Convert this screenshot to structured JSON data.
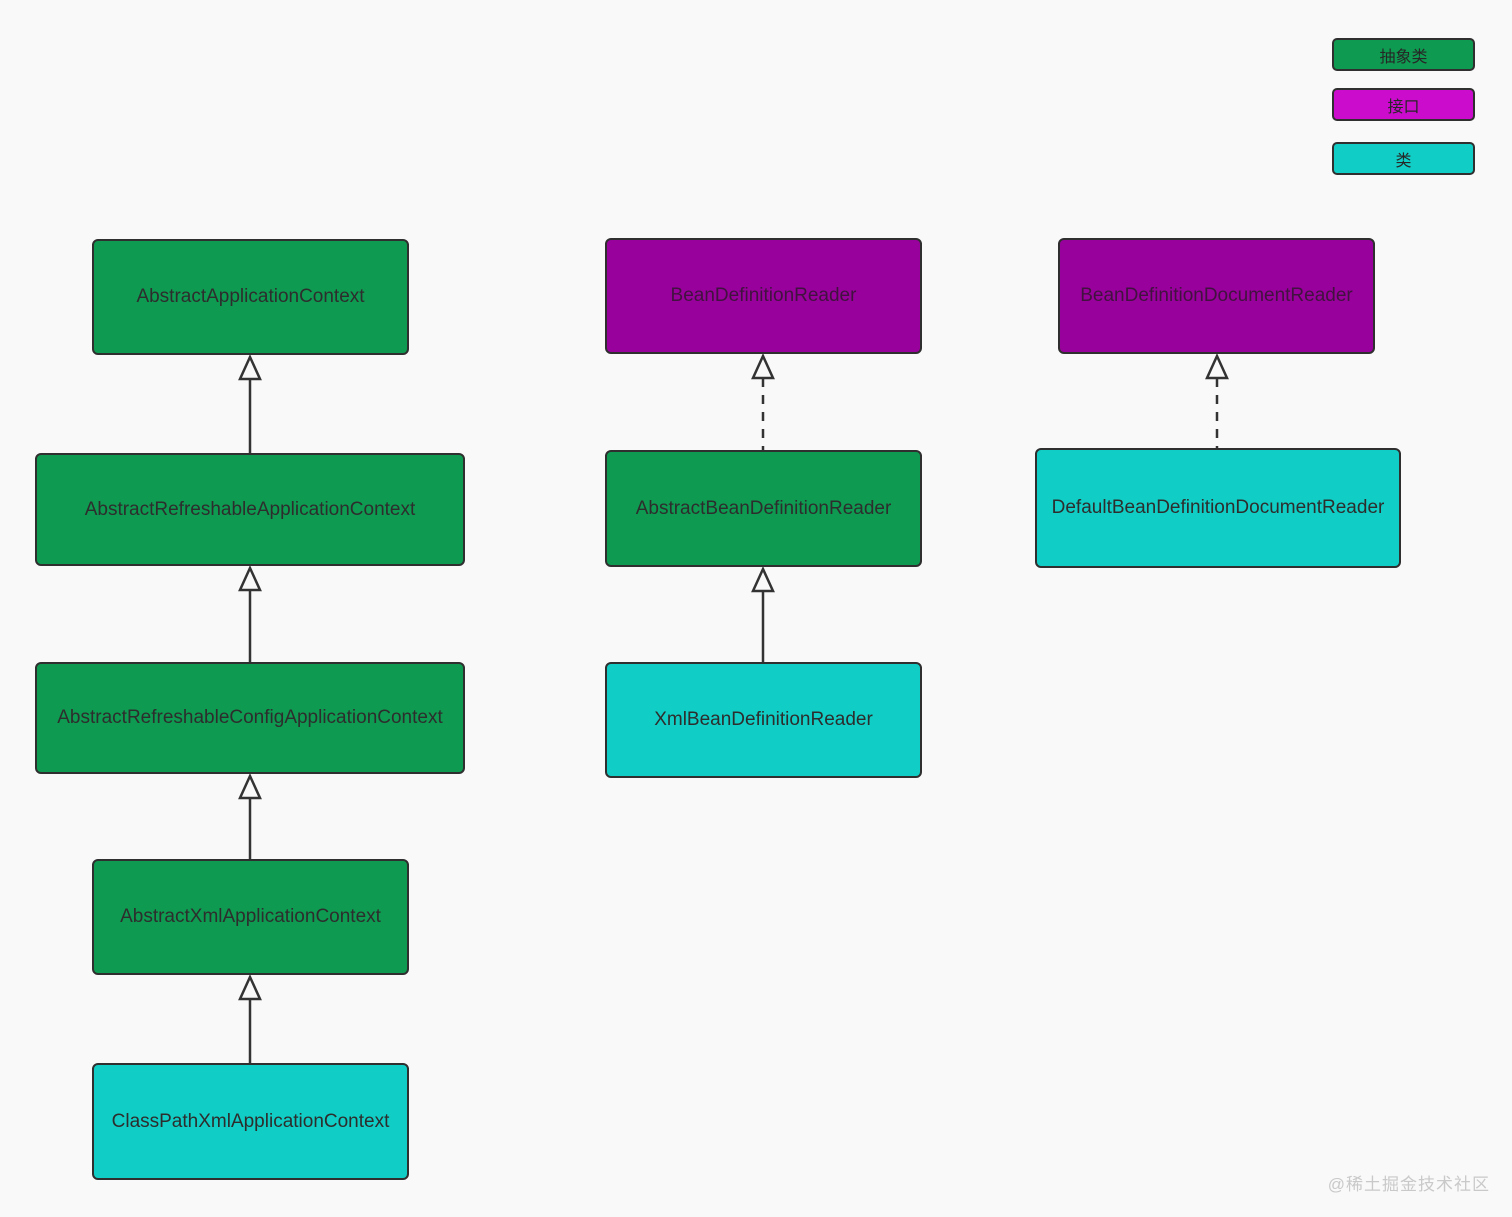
{
  "legend": {
    "items": [
      {
        "label": "抽象类",
        "meaning": "abstract class",
        "color": "#0e9b51"
      },
      {
        "label": "接口",
        "meaning": "interface",
        "color": "#cc0ccc"
      },
      {
        "label": "类",
        "meaning": "class",
        "color": "#10cec5"
      }
    ]
  },
  "diagram": {
    "nodes": [
      {
        "id": "abstract-application-context",
        "label": "AbstractApplicationContext",
        "type": "abstract"
      },
      {
        "id": "abstract-refreshable-application-context",
        "label": "AbstractRefreshableApplicationContext",
        "type": "abstract"
      },
      {
        "id": "abstract-refreshable-config-application-context",
        "label": "AbstractRefreshableConfigApplicationContext",
        "type": "abstract"
      },
      {
        "id": "abstract-xml-application-context",
        "label": "AbstractXmlApplicationContext",
        "type": "abstract"
      },
      {
        "id": "class-path-xml-application-context",
        "label": "ClassPathXmlApplicationContext",
        "type": "class"
      },
      {
        "id": "bean-definition-reader",
        "label": "BeanDefinitionReader",
        "type": "interface"
      },
      {
        "id": "abstract-bean-definition-reader",
        "label": "AbstractBeanDefinitionReader",
        "type": "abstract"
      },
      {
        "id": "xml-bean-definition-reader",
        "label": "XmlBeanDefinitionReader",
        "type": "class"
      },
      {
        "id": "bean-definition-document-reader",
        "label": "BeanDefinitionDocumentReader",
        "type": "interface"
      },
      {
        "id": "default-bean-definition-document-reader",
        "label": "DefaultBeanDefinitionDocumentReader",
        "type": "class"
      }
    ],
    "edges": [
      {
        "from": "AbstractRefreshableApplicationContext",
        "to": "AbstractApplicationContext",
        "line": "solid",
        "relation": "extends"
      },
      {
        "from": "AbstractRefreshableConfigApplicationContext",
        "to": "AbstractRefreshableApplicationContext",
        "line": "solid",
        "relation": "extends"
      },
      {
        "from": "AbstractXmlApplicationContext",
        "to": "AbstractRefreshableConfigApplicationContext",
        "line": "solid",
        "relation": "extends"
      },
      {
        "from": "ClassPathXmlApplicationContext",
        "to": "AbstractXmlApplicationContext",
        "line": "solid",
        "relation": "extends"
      },
      {
        "from": "AbstractBeanDefinitionReader",
        "to": "BeanDefinitionReader",
        "line": "dashed",
        "relation": "implements"
      },
      {
        "from": "XmlBeanDefinitionReader",
        "to": "AbstractBeanDefinitionReader",
        "line": "solid",
        "relation": "extends"
      },
      {
        "from": "DefaultBeanDefinitionDocumentReader",
        "to": "BeanDefinitionDocumentReader",
        "line": "dashed",
        "relation": "implements"
      }
    ]
  },
  "colors": {
    "abstract_class": "#0e9b51",
    "interface_node": "#98019b",
    "interface_legend": "#cc0ccc",
    "class_node": "#10cec5",
    "border": "#2f2f2f",
    "edge": "#333333",
    "background": "#f9f9f9",
    "watermark_text": "#c9c9c9"
  },
  "watermark": "@稀土掘金技术社区"
}
